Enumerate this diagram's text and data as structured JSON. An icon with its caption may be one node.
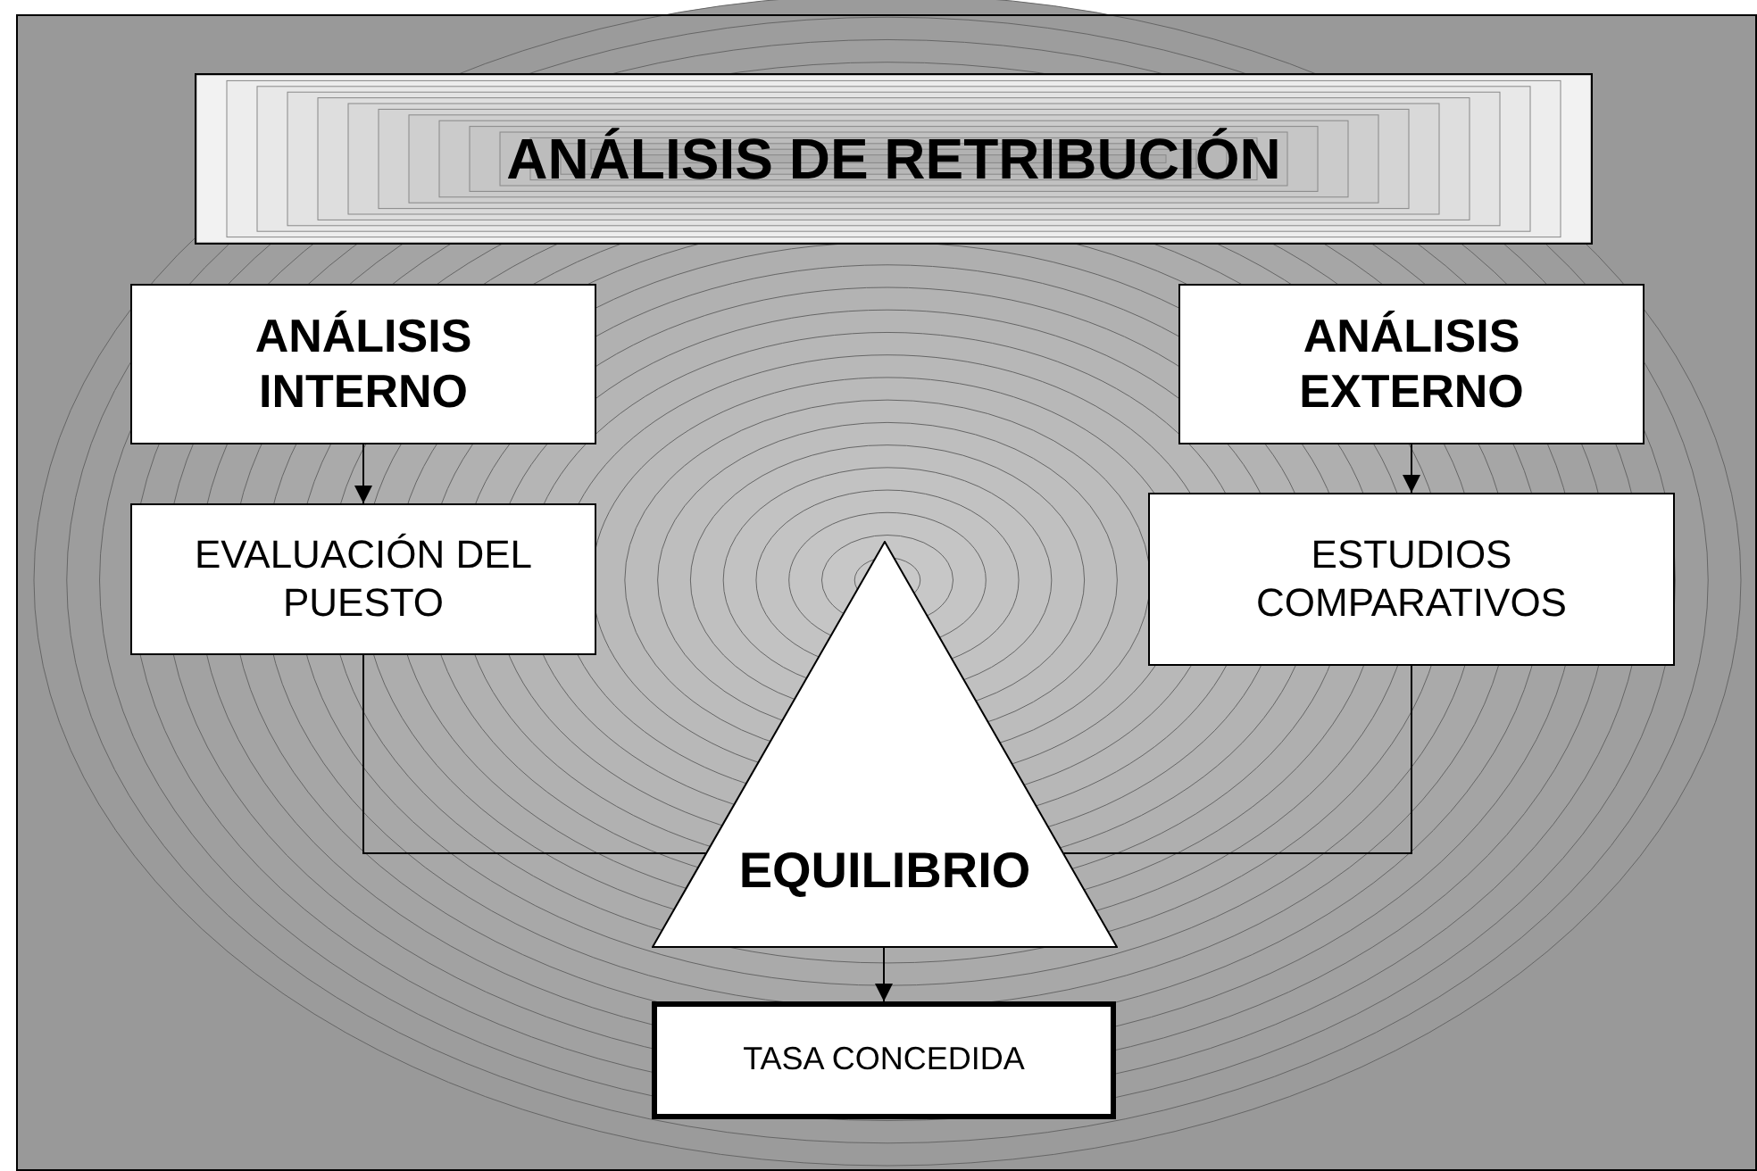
{
  "diagram": {
    "nodes": [
      {
        "text": [
          "ANÁLISIS DE RETRIBUCIÓN"
        ]
      },
      {
        "text": [
          "ANÁLISIS INTERNO"
        ]
      },
      {
        "text": [
          "ANÁLISIS EXTERNO"
        ]
      },
      {
        "text": [
          "EVALUACIÓN DEL PUESTO"
        ]
      },
      {
        "text": [
          "ESTUDIOS COMPARATIVOS"
        ]
      },
      {
        "text": [
          "EQUILIBRIO"
        ]
      },
      {
        "text": [
          "TASA CONCEDIDA"
        ]
      }
    ],
    "edges": [
      {
        "from": 1,
        "to": 3,
        "arrow": "to"
      },
      {
        "from": 2,
        "to": 4,
        "arrow": "to"
      },
      {
        "from": 3,
        "to": 5,
        "arrow": "none"
      },
      {
        "from": 4,
        "to": 5,
        "arrow": "none"
      },
      {
        "from": 5,
        "to": 6,
        "arrow": "to"
      }
    ]
  }
}
